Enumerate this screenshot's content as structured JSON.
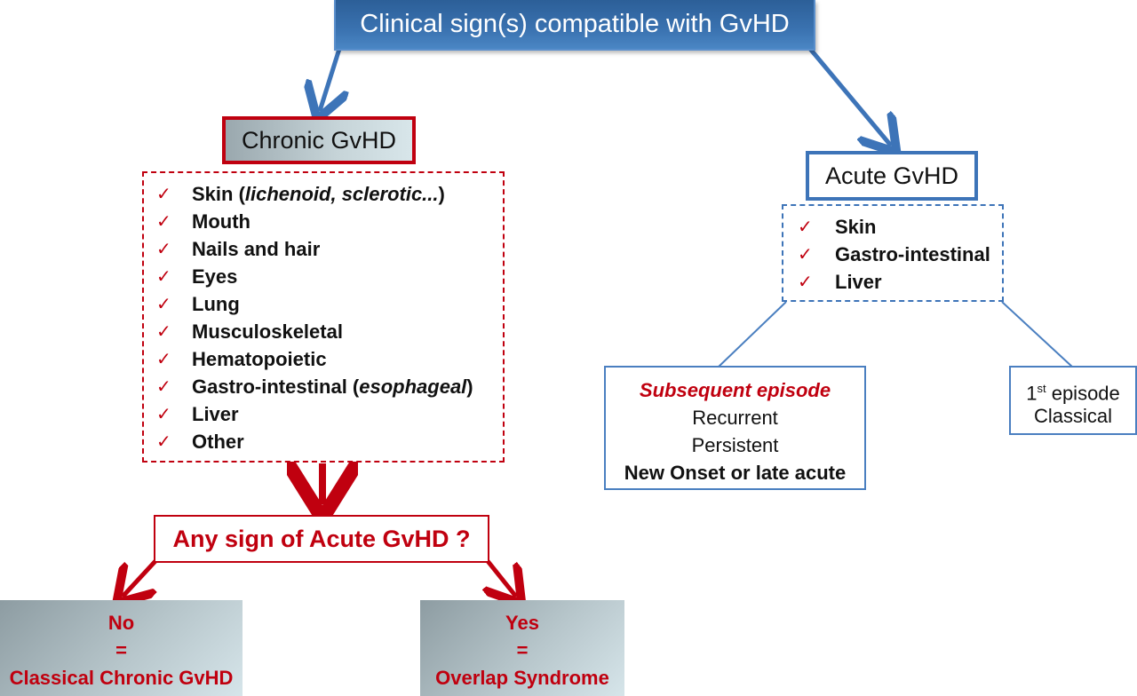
{
  "root": {
    "label": "Clinical sign(s) compatible with GvHD"
  },
  "chronic": {
    "label": "Chronic GvHD",
    "items": [
      {
        "text": "Skin (",
        "italic": "lichenoid, sclerotic...",
        "suffix": ")"
      },
      {
        "text": "Mouth",
        "italic": "",
        "suffix": ""
      },
      {
        "text": "Nails and hair",
        "italic": "",
        "suffix": ""
      },
      {
        "text": "Eyes",
        "italic": "",
        "suffix": ""
      },
      {
        "text": "Lung",
        "italic": "",
        "suffix": ""
      },
      {
        "text": "Musculoskeletal",
        "italic": "",
        "suffix": ""
      },
      {
        "text": "Hematopoietic",
        "italic": "",
        "suffix": ""
      },
      {
        "text": "Gastro-intestinal (",
        "italic": "esophageal",
        "suffix": ")"
      },
      {
        "text": "Liver",
        "italic": "",
        "suffix": ""
      },
      {
        "text": "Other",
        "italic": "",
        "suffix": ""
      }
    ],
    "check_icon": "✓"
  },
  "acute": {
    "label": "Acute GvHD",
    "items": [
      "Skin",
      "Gastro-intestinal",
      "Liver"
    ],
    "check_icon": "✓"
  },
  "subsequent": {
    "title": "Subsequent episode",
    "lines": [
      "Recurrent",
      "Persistent",
      "New Onset or late acute"
    ]
  },
  "first": {
    "line1_num": "1",
    "line1_sup": "st",
    "line1_rest": " episode",
    "line2": "Classical"
  },
  "question": {
    "label": "Any sign of Acute GvHD ?"
  },
  "no_result": {
    "line1": "No",
    "line2": "=",
    "line3": "Classical Chronic GvHD"
  },
  "yes_result": {
    "line1": "Yes",
    "line2": "=",
    "line3": "Overlap Syndrome"
  },
  "colors": {
    "blue": "#3d74b8",
    "red": "#c0000f"
  }
}
